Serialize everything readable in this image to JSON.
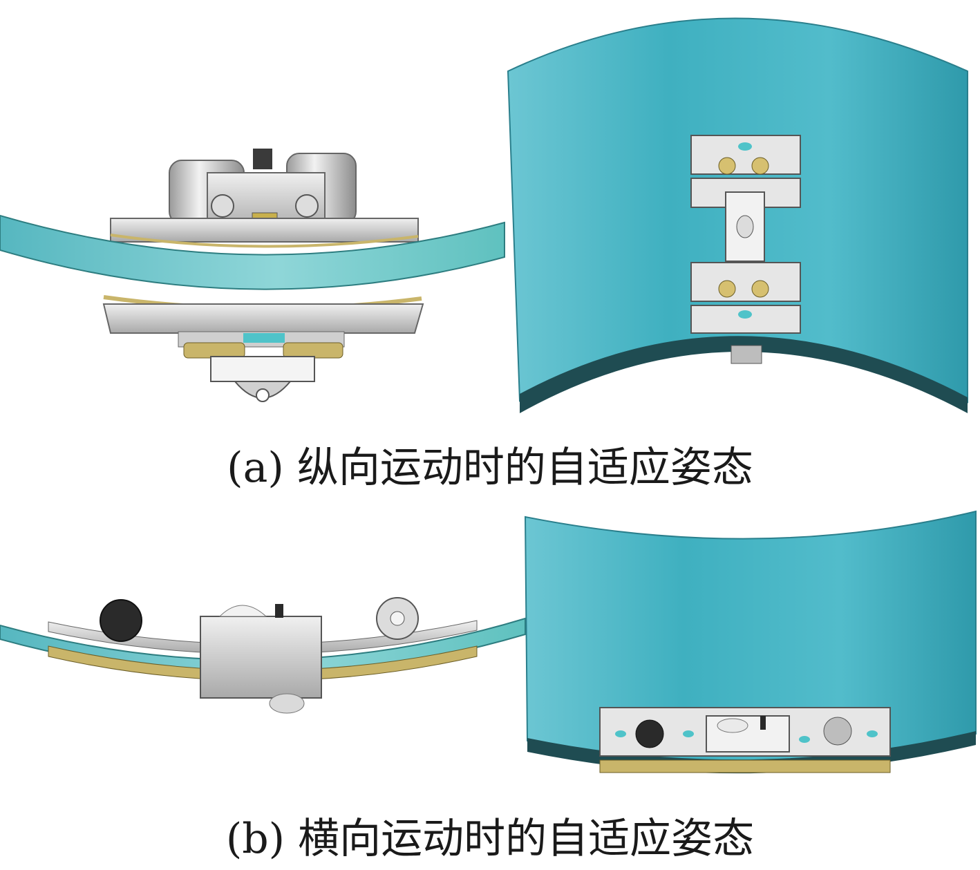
{
  "figure": {
    "panels": [
      {
        "id": "a",
        "caption": "(a) 纵向运动时的自适应姿态"
      },
      {
        "id": "b",
        "caption": "(b) 横向运动时的自适应姿态"
      }
    ],
    "colors": {
      "surface": "#45b5c4",
      "surface_dark": "#2f8f9c",
      "edge": "#1f4c52",
      "metal": "#d6d6d6",
      "metal_dark": "#8a8a8a",
      "brass": "#c9b56a",
      "accent": "#4fc3c9"
    }
  }
}
